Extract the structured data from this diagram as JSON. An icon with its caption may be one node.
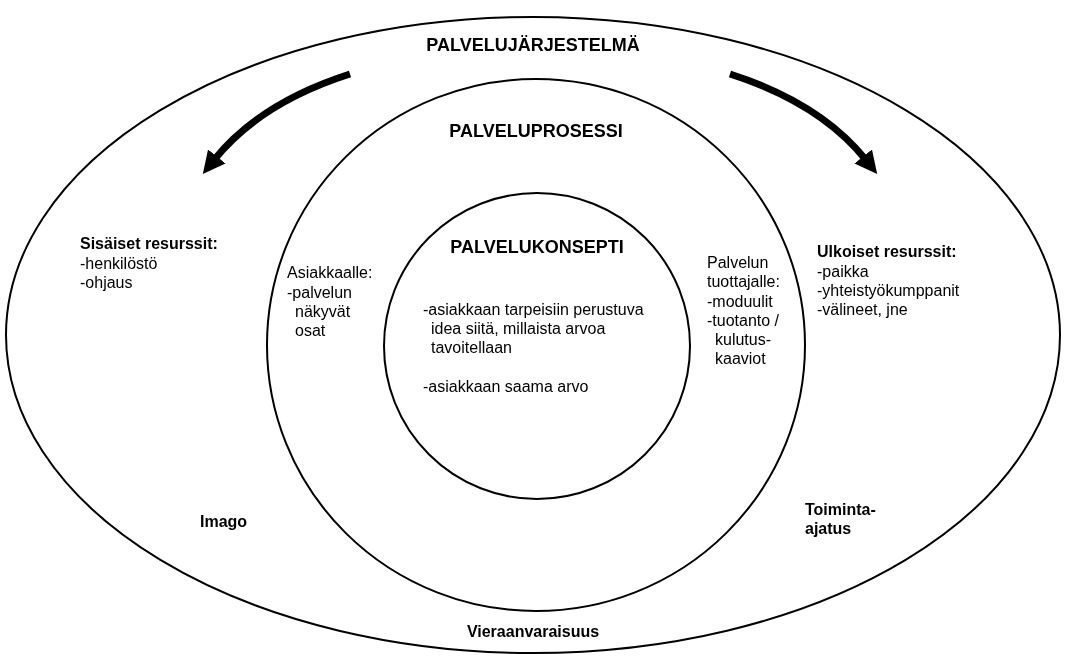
{
  "diagram": {
    "nodes": [
      {
        "text": [
          "PALVELUJÄRJESTELMÄ",
          "Sisäiset resurssit:",
          "-henkilöstö",
          "-ohjaus",
          "Ulkoiset resurssit:",
          "-paikka",
          "-yhteistyökumppanit",
          "-välineet, jne",
          "Imago",
          "Toiminta- ajatus",
          "Vieraanvaraisuus"
        ]
      },
      {
        "text": [
          "PALVELUPROSESSI",
          "Asiakkaalle:",
          "-palvelun näkyvät osat",
          "Palvelun tuottajalle:",
          "-moduulit",
          "-tuotanto / kulutus- kaaviot"
        ],
        "in": 0
      },
      {
        "text": [
          "PALVELUKONSEPTI",
          "-asiakkaan tarpeisiin perustuva idea siitä, millaista arvoa tavoitellaan",
          "-asiakkaan saama arvo"
        ],
        "in": 1
      }
    ]
  }
}
